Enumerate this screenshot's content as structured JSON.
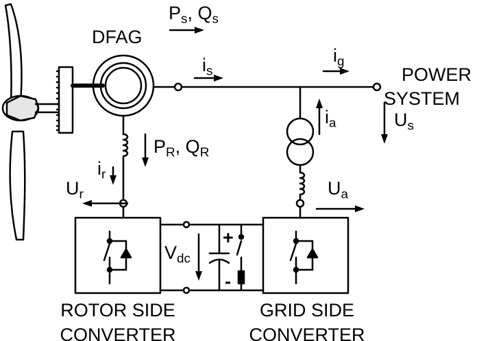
{
  "generator": {
    "name": "DFAG"
  },
  "labels": {
    "stator_power": {
      "main": "P",
      "sub1": "s",
      "sep": ", Q",
      "sub2": "s"
    },
    "rotor_power": {
      "main": "P",
      "sub1": "R",
      "sep": ", Q",
      "sub2": "R"
    },
    "stator_current": {
      "main": "i",
      "sub": "s"
    },
    "grid_current": {
      "main": "i",
      "sub": "g"
    },
    "converter_current": {
      "main": "i",
      "sub": "a"
    },
    "rotor_current": {
      "main": "i",
      "sub": "r"
    },
    "system_voltage": {
      "main": "U",
      "sub": "s"
    },
    "rotor_voltage": {
      "main": "U",
      "sub": "r"
    },
    "converter_voltage": {
      "main": "U",
      "sub": "a"
    },
    "dc_voltage": {
      "main": "V",
      "sub": "dc"
    },
    "plus": "+",
    "minus": "-"
  },
  "power_system": {
    "line1": "POWER",
    "line2": "SYSTEM"
  },
  "rotor_side_converter": {
    "line1": "ROTOR SIDE",
    "line2": "CONVERTER"
  },
  "grid_side_converter": {
    "line1": "GRID SIDE",
    "line2": "CONVERTER"
  },
  "colors": {
    "line": "#000000",
    "background": "#ffffff",
    "blade_fill": "#ffffff",
    "hub_fill": "#e6e6e6"
  }
}
